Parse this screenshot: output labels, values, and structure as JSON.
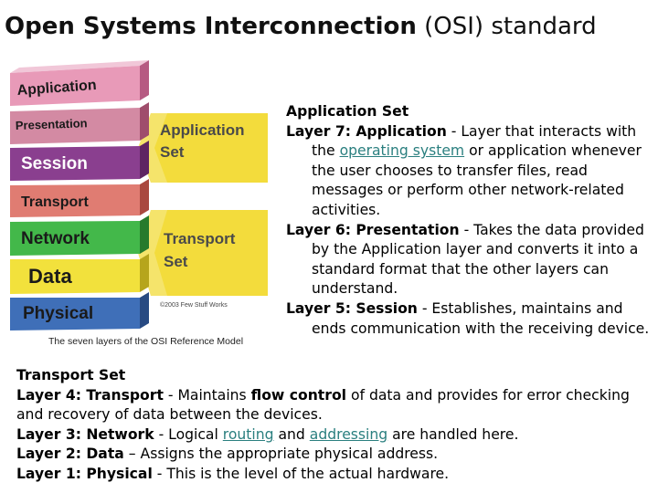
{
  "title": {
    "bold": "Open Systems Interconnection",
    "rest": " (OSI) standard"
  },
  "figure": {
    "layers": [
      "Application",
      "Presentation",
      "Session",
      "Transport",
      "Network",
      "Data",
      "Physical"
    ],
    "group_labels": {
      "application_set": [
        "Application",
        "Set"
      ],
      "transport_set": [
        "Transport",
        "Set"
      ]
    },
    "copyright": "©2003 Few Stuff Works",
    "caption": "The seven layers of the OSI Reference Model"
  },
  "application_set": {
    "heading": "Application Set",
    "layer7": {
      "name": "Layer 7: Application",
      "text_a": " - Layer that interacts with the ",
      "link": "operating system",
      "text_b": " or application whenever the user chooses to transfer files, read messages or perform other network-related activities."
    },
    "layer6": {
      "name": "Layer 6: Presentation",
      "text": " - Takes the data provided by the Application layer and converts it into a standard format that the other layers can understand."
    },
    "layer5": {
      "name": "Layer 5: Session",
      "text": " - Establishes, maintains and ends communication with the receiving device."
    }
  },
  "transport_set": {
    "heading": "Transport Set",
    "layer4": {
      "name": "Layer 4: Transport",
      "text_a": " - Maintains ",
      "emph": "flow control",
      "text_b": " of data and provides for error checking and recovery of data between the devices."
    },
    "layer3": {
      "name": "Layer 3: Network",
      "text_a": " -  Logical ",
      "link1": "routing",
      "text_b": " and ",
      "link2": "addressing",
      "text_c": " are handled here."
    },
    "layer2": {
      "name": "Layer 2: Data",
      "text": " – Assigns the appropriate physical address."
    },
    "layer1": {
      "name": "Layer 1: Physical",
      "text": " - This is the level of the actual hardware."
    }
  }
}
